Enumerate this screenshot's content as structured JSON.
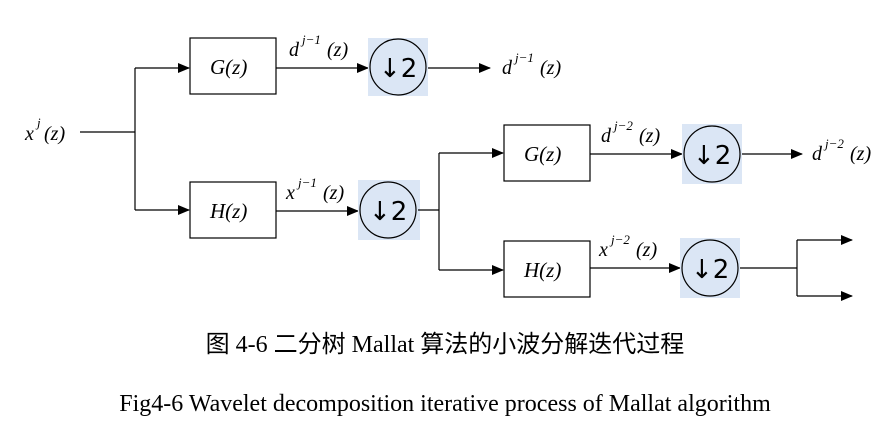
{
  "input_label": "x",
  "input_label_sup": "j",
  "z_arg": "(z)",
  "filters": {
    "g": "G(z)",
    "h": "H(z)"
  },
  "downsample": "↓2",
  "signals": {
    "d_main": "d",
    "x_main": "x",
    "sup_j1": "j−1",
    "sup_j2": "j−2"
  },
  "captions": {
    "chinese": "图 4-6 二分树 Mallat 算法的小波分解迭代过程",
    "english": "Fig4-6 Wavelet decomposition iterative process of Mallat algorithm"
  }
}
